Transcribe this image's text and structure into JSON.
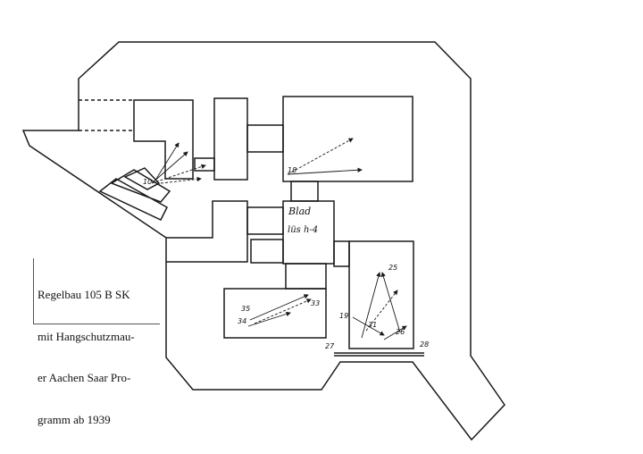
{
  "caption": {
    "lines": [
      "Regelbau 105 B SK",
      "mit Hangschutzmau-",
      "er Aachen Saar Pro-",
      "gramm ab 1939"
    ]
  },
  "room_labels": {
    "center_line1": "Blad",
    "center_line2": "lüs h-4"
  },
  "numbers": {
    "left_embrasure": "10",
    "upper_room": "18",
    "lower_left_a": "35",
    "lower_left_b": "34",
    "lower_left_c": "33",
    "right_room_top": "25",
    "right_room_left": "19",
    "right_room_mid": "31",
    "right_room_bottom": "26",
    "right_bottom_left": "27",
    "right_bottom_right": "28"
  },
  "colors": {
    "ink": "#1a1a1a",
    "paper": "#ffffff"
  }
}
